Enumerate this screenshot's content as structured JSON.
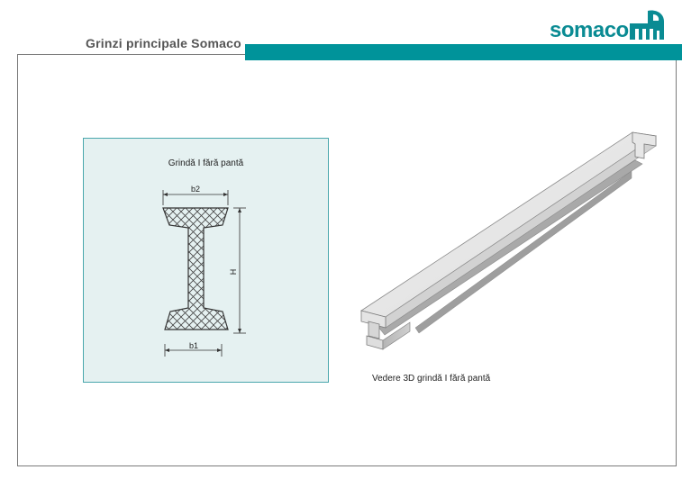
{
  "header": {
    "title": "Grinzi principale Somaco",
    "logo_text": "somaco",
    "brand_color": "#00939a"
  },
  "section_drawing": {
    "title": "Grindă I fără pantă",
    "dim_top": "b2",
    "dim_bottom": "b1",
    "dim_height": "H"
  },
  "view_3d": {
    "caption": "Vedere 3D grindă I fără pantă"
  }
}
